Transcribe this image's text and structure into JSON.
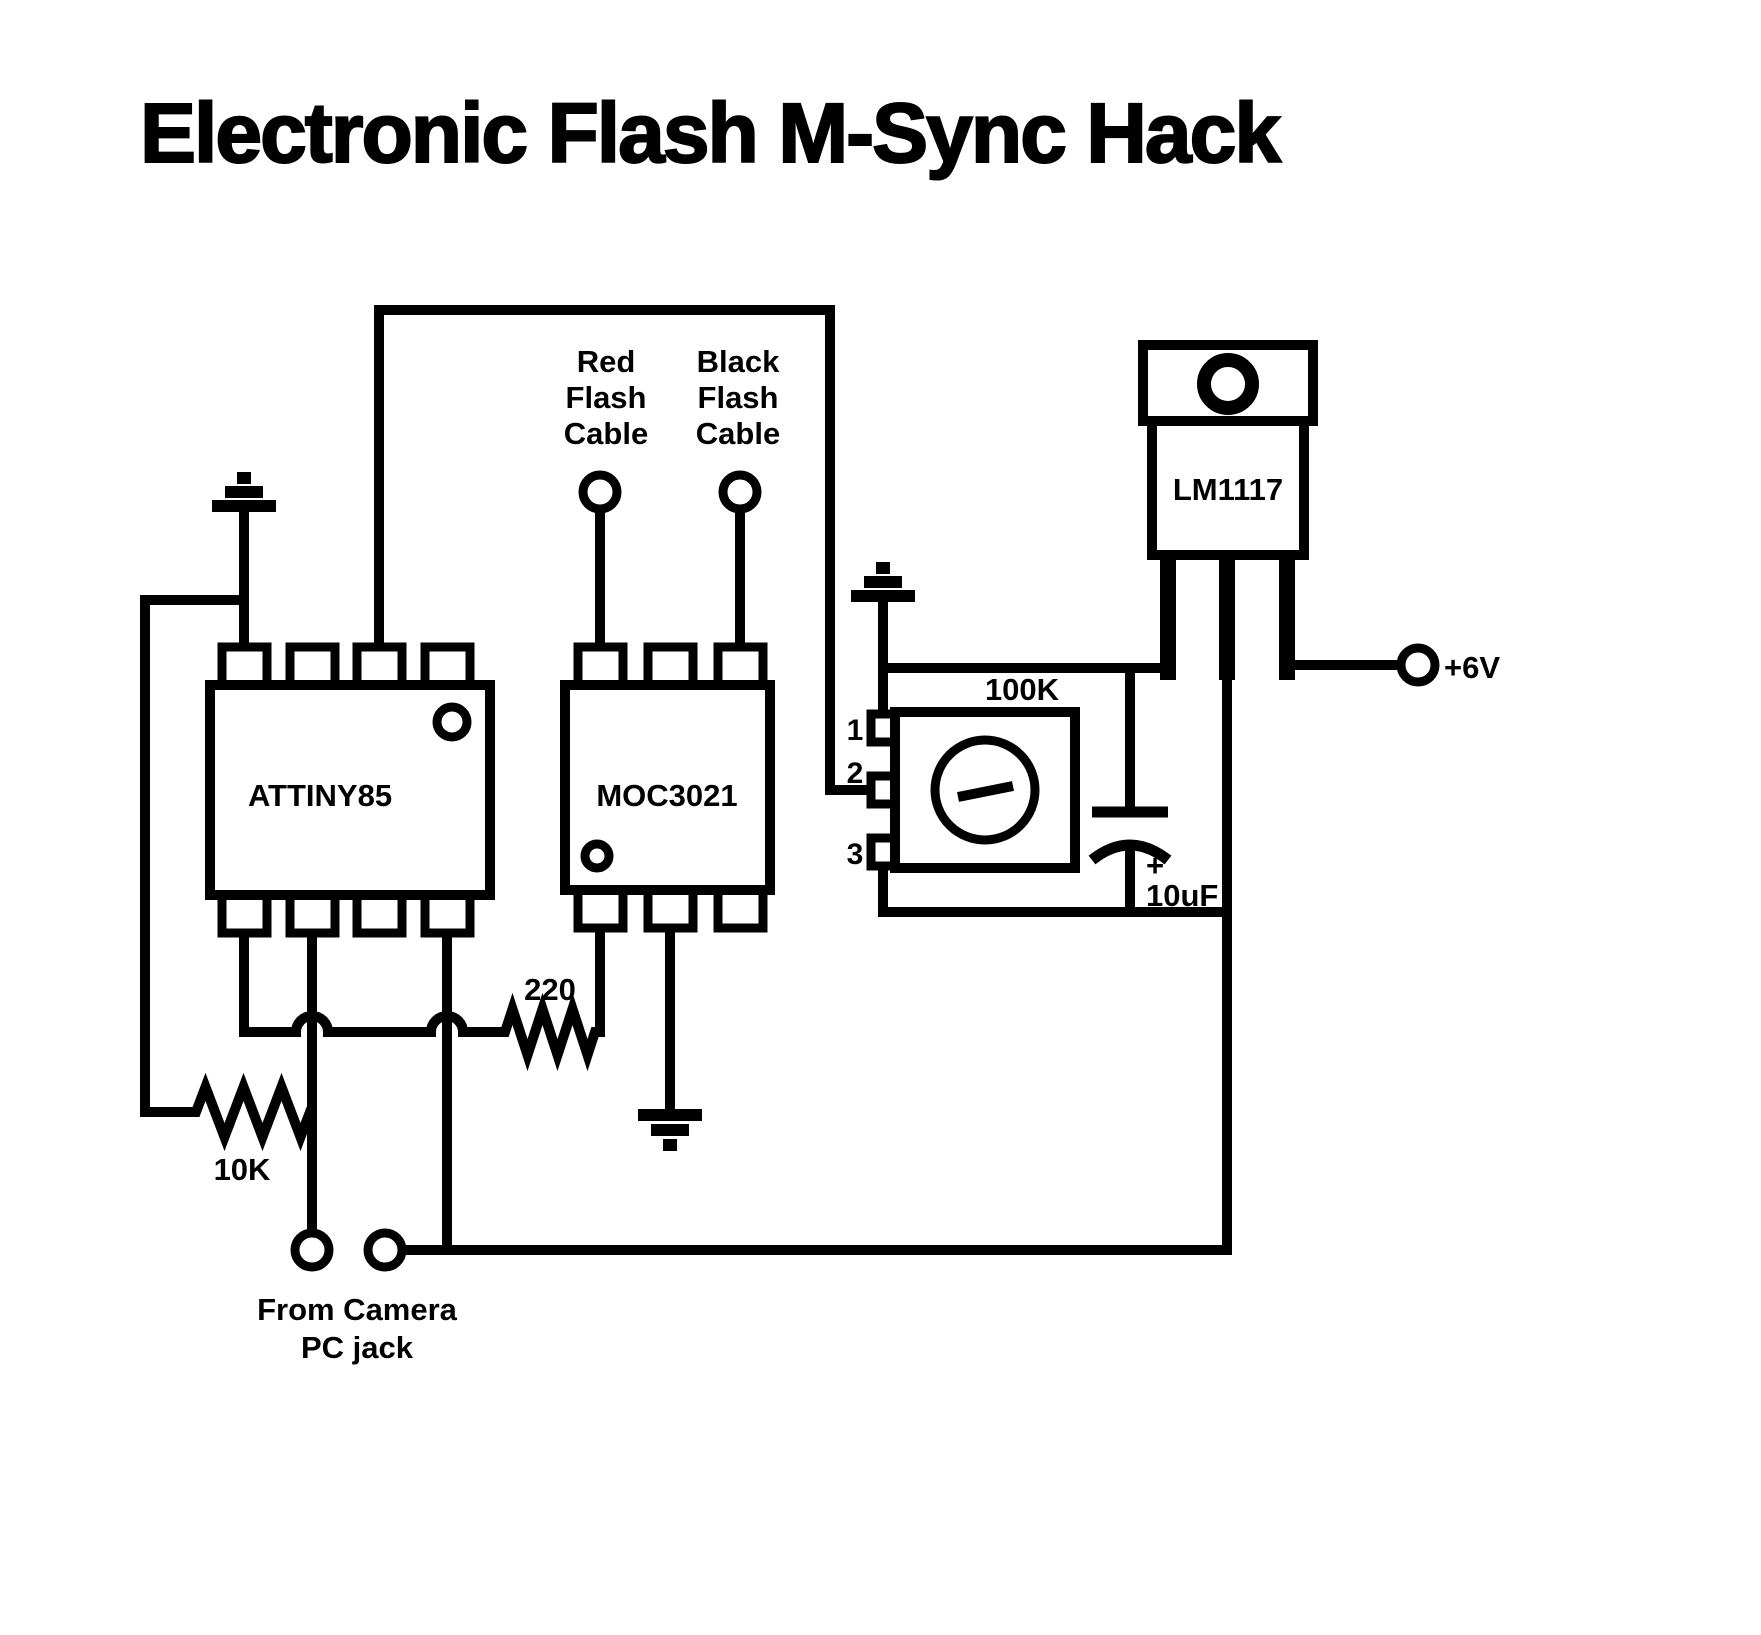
{
  "title": "Electronic Flash M-Sync Hack",
  "colors": {
    "ink": "#000000",
    "background": "#ffffff"
  },
  "components": {
    "attiny85": {
      "label": "ATTINY85"
    },
    "moc3021": {
      "label": "MOC3021"
    },
    "lm1117": {
      "label": "LM1117"
    },
    "potentiometer": {
      "label": "100K",
      "pins": [
        "1",
        "2",
        "3"
      ]
    },
    "capacitor": {
      "polarity": "+",
      "label": "10uF"
    },
    "resistor_220": {
      "label": "220"
    },
    "resistor_10k": {
      "label": "10K"
    },
    "supply": {
      "label": "+6V"
    }
  },
  "labels": {
    "red_cable": [
      "Red",
      "Flash",
      "Cable"
    ],
    "black_cable": [
      "Black",
      "Flash",
      "Cable"
    ],
    "pc_jack": [
      "From Camera",
      "PC jack"
    ]
  }
}
